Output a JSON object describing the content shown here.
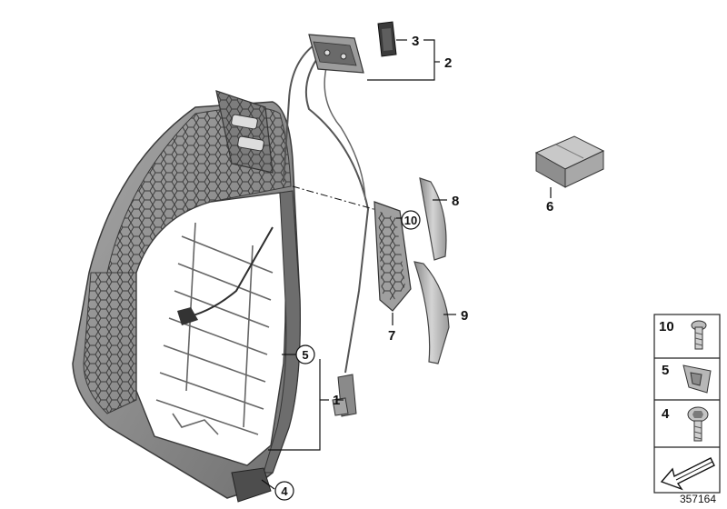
{
  "callouts": {
    "c1": "1",
    "c2": "2",
    "c3": "3",
    "c4": "4",
    "c5": "5",
    "c6": "6",
    "c7": "7",
    "c8": "8",
    "c9": "9",
    "c10": "10"
  },
  "legend": {
    "items": [
      {
        "number": "10",
        "icon": "screw-icon"
      },
      {
        "number": "5",
        "icon": "clip-icon"
      },
      {
        "number": "4",
        "icon": "bolt-icon"
      }
    ],
    "footer_icon": "arrow-icon"
  },
  "reference": "357164",
  "colors": {
    "frame": "#8f8f8f",
    "frame_dark": "#4a4a4a",
    "wire": "#555555",
    "part_light": "#c9c9c9"
  }
}
